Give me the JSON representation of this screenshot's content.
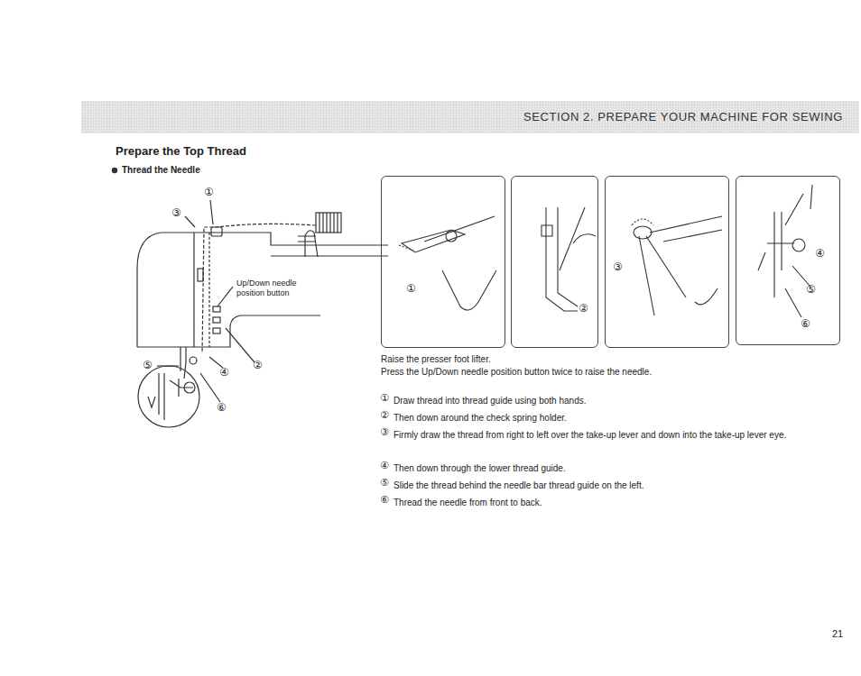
{
  "diagram": {
    "title": "Prepare the Top Thread",
    "nodes": [
      {
        "text": [
          "SECTION 2. PREPARE YOUR MACHINE FOR SEWING"
        ]
      },
      {
        "text": [
          "①"
        ]
      },
      {
        "text": [
          "②"
        ]
      },
      {
        "text": [
          "③"
        ]
      },
      {
        "text": [
          "④",
          "⑤",
          "⑥"
        ]
      }
    ],
    "labels": [
      "Thread the Needle",
      "①",
      "③",
      "Up/Down needle position button",
      "⑤",
      "④",
      "②",
      "⑥",
      "Raise the presser foot lifter.",
      "Press the Up/Down needle position button twice to raise the needle.",
      "①",
      "Draw thread into thread guide using both hands.",
      "②",
      "Then down around the check spring holder.",
      "③",
      "Firmly draw the thread from right to left over the take-up lever and down into the take-up lever eye.",
      "④",
      "Then down through the lower thread guide.",
      "⑤",
      "Slide the thread behind the needle bar thread guide on the left.",
      "⑥",
      "Thread the needle from front to back.",
      "21"
    ]
  }
}
